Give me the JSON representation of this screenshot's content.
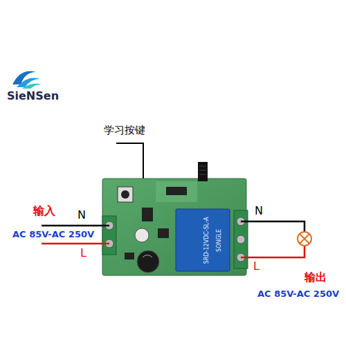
{
  "diagram": {
    "labels": [
      "SieNSen",
      "学习按键",
      "输入",
      "AC 85V-AC 250V",
      "N",
      "L",
      "N",
      "L",
      "输出",
      "AC 85V-AC 250V",
      "SRD-12VDC-SL-A",
      "SONGLE"
    ]
  }
}
